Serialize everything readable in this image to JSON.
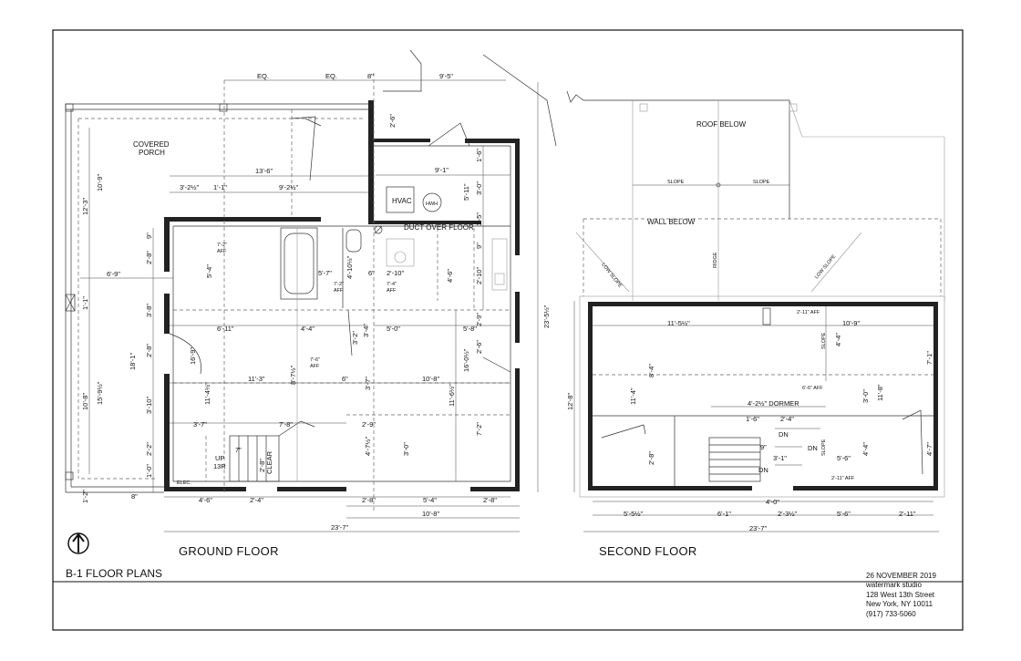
{
  "sheet": {
    "title": "B-1 FLOOR PLANS",
    "date": "26 NOVEMBER 2019",
    "studio": "watermark studio",
    "address1": "128 West 13th Street",
    "address2": "New York, NY 10011",
    "phone": "(917) 733-5060"
  },
  "ground_floor": {
    "title": "GROUND FLOOR",
    "labels": {
      "covered": "COVERED",
      "porch": "PORCH",
      "hvac": "HVAC",
      "hwh": "HWH",
      "duct": "DUCT OVER FLOOR",
      "up": "UP",
      "risers": "13R",
      "clear_dim": "2'-8\"",
      "clear": "CLEAR",
      "elec": "ELEC."
    },
    "spot": {
      "a_val": "7'-2\"",
      "a_aff": "AFF",
      "b_val": "7'-2\"",
      "b_aff": "AFF",
      "c_val": "7'-4\"",
      "c_aff": "AFF",
      "d_val": "7'-6\"",
      "d_aff": "AFF"
    },
    "dims": {
      "eq1": "EQ.",
      "eq2": "EQ.",
      "d8in": "8\"",
      "d9_5": "9'-5\"",
      "d2_6": "2'-6\"",
      "d13_6": "13'-6\"",
      "d3_2h": "3'-2½\"",
      "d1_1": "1'-1\"",
      "d9_2h": "9'-2½\"",
      "d9_1": "9'-1\"",
      "d1_6": "1'-6\"",
      "d5_11": "5'-11\"",
      "d3_0a": "3'-0\"",
      "d1_5": "1'-5\"",
      "d9in_a": "9\"",
      "d9in_b": "9\"",
      "d12_3": "12'-3\"",
      "d10_9": "10'-9\"",
      "d2_8a": "2'-8\"",
      "d6_9": "6'-9\"",
      "d5_4": "5'-4\"",
      "d5_7": "5'-7\"",
      "d4_10h": "4'-10½\"",
      "d6in_a": "6\"",
      "d2_10a": "2'-10\"",
      "d4_6a": "4'-6\"",
      "d2_10b": "2'-10\"",
      "d23_5h": "23'-5½\"",
      "d1_1b": "1'-1\"",
      "d3_8": "3'-8\"",
      "d6_11": "6'-11\"",
      "d4_4": "4'-4\"",
      "d3_4": "3'-4\"",
      "d5_0": "5'-0\"",
      "d5_8": "5'-8\"",
      "d2_9": "2'-9\"",
      "d3_2": "3'-2\"",
      "d16_9": "16'-9\"",
      "d18_1": "18'-1\"",
      "d2_8b": "2'-8\"",
      "d16_0h": "16'-0½\"",
      "d2_6b": "2'-6\"",
      "d11_3": "11'-3\"",
      "d8_7h": "8'-7½\"",
      "d6in_b": "6\"",
      "d3_7": "3'-7\"",
      "d10_8a": "10'-8\"",
      "d11_6h": "11'-6½\"",
      "d10_8b": "10'-8\"",
      "d15_9h": "15'-9½\"",
      "d11_4h": "11'-4½\"",
      "d3_10": "3'-10\"",
      "d3_7b": "3'-7\"",
      "d7_8": "7'-8\"",
      "d2_9b": "2'-9\"",
      "d7_2": "7'-2\"",
      "d2_2": "2'-2\"",
      "d4_7h": "4'-7½\"",
      "d3_0b": "3'-0\"",
      "d1_0": "1'-0\"",
      "d1_2": "1'-2\"",
      "d8in_b": "8\"",
      "d4_6b": "4'-6\"",
      "d2_4": "2'-4\"",
      "d2_8c": "2'-8\"",
      "d5_4b": "5'-4\"",
      "d2_8d": "2'-8\"",
      "d10_8c": "10'-8\"",
      "d23_7": "23'-7\"",
      "d7_stair": "7\""
    }
  },
  "second_floor": {
    "title": "SECOND FLOOR",
    "labels": {
      "roof_below": "ROOF BELOW",
      "slope1": "SLOPE",
      "slope2": "SLOPE",
      "wall_below": "WALL BELOW",
      "low_slope1": "LOW SLOPE",
      "low_slope2": "LOW SLOPE",
      "ridge": "RIDGE",
      "slope_v1": "SLOPE",
      "slope_v2": "SLOPE",
      "dormer": "4'-2½\" DORMER",
      "dn1": "DN",
      "dn2": "DN",
      "dn3": "DN",
      "aff_a": "2'-11\" AFF",
      "aff_b": "6'-6\" AFF",
      "aff_c": "2'-11\" AFF"
    },
    "dims": {
      "d11_5h": "11'-5½\"",
      "d10_9": "10'-9\"",
      "d4_4a": "4'-4\"",
      "d7_1": "7'-1\"",
      "d12_8": "12'-8\"",
      "d11_4": "11'-4\"",
      "d8_4": "8'-4\"",
      "d3_0": "3'-0\"",
      "d11_8": "11'-8\"",
      "d1_6": "1'-6\"",
      "d2_4": "2'-4\"",
      "d3_1": "3'-1\"",
      "d9in": "9\"",
      "d4_4b": "4'-4\"",
      "d5_6": "5'-6\"",
      "d4_7": "4'-7\"",
      "d2_8": "2'-8\"",
      "d5_5h": "5'-5½\"",
      "d6_1": "6'-1\"",
      "d4_0": "4'-0\"",
      "d2_3h": "2'-3½\"",
      "d5_6b": "5'-6\"",
      "d2_11": "2'-11\"",
      "d23_7": "23'-7\""
    }
  }
}
